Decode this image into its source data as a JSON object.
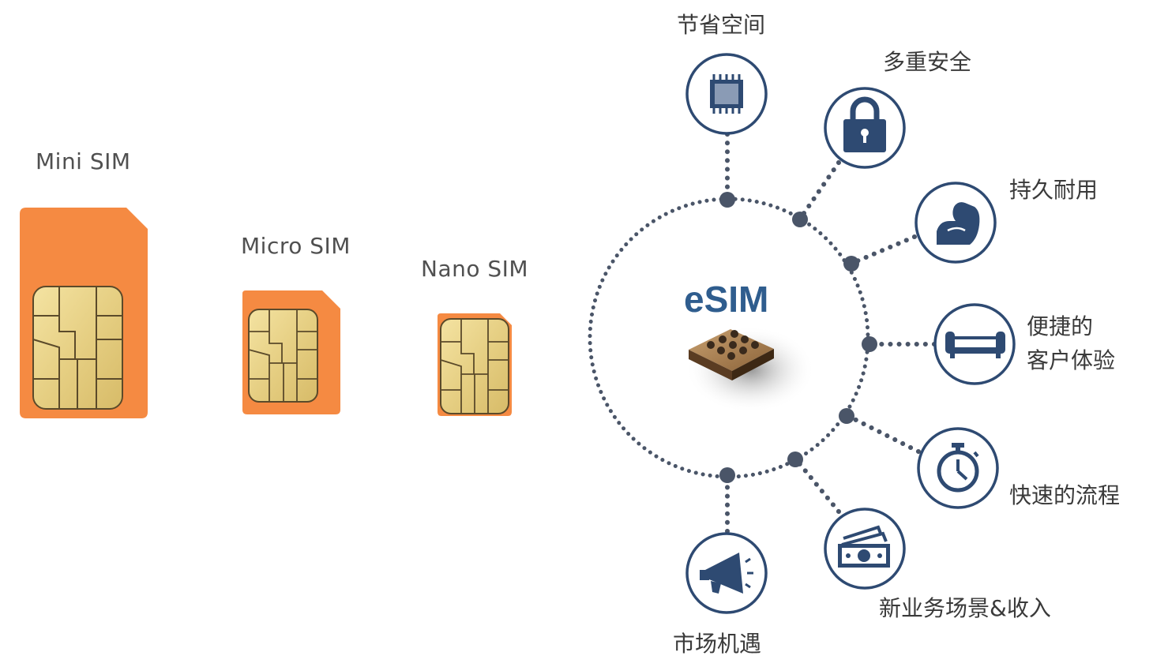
{
  "sim_cards": [
    {
      "label": "Mini SIM"
    },
    {
      "label": "Micro SIM"
    },
    {
      "label": "Nano SIM"
    }
  ],
  "esim": {
    "label": "eSIM"
  },
  "benefits": [
    {
      "label": "节省空间",
      "icon": "chip-icon"
    },
    {
      "label": "多重安全",
      "icon": "lock-icon"
    },
    {
      "label": "持久耐用",
      "icon": "flexed-arm-icon"
    },
    {
      "label_line1": "便捷的",
      "label_line2": "客户体验",
      "icon": "sofa-icon"
    },
    {
      "label": "快速的流程",
      "icon": "stopwatch-icon"
    },
    {
      "label": "新业务场景&收入",
      "icon": "money-icon"
    },
    {
      "label": "市场机遇",
      "icon": "megaphone-icon"
    }
  ],
  "colors": {
    "sim_orange": "#f58a42",
    "chip_gold": "#ead58a",
    "navy": "#2e4a72",
    "dots": "#4a5568",
    "esim_blue": "#2f5d8e"
  }
}
